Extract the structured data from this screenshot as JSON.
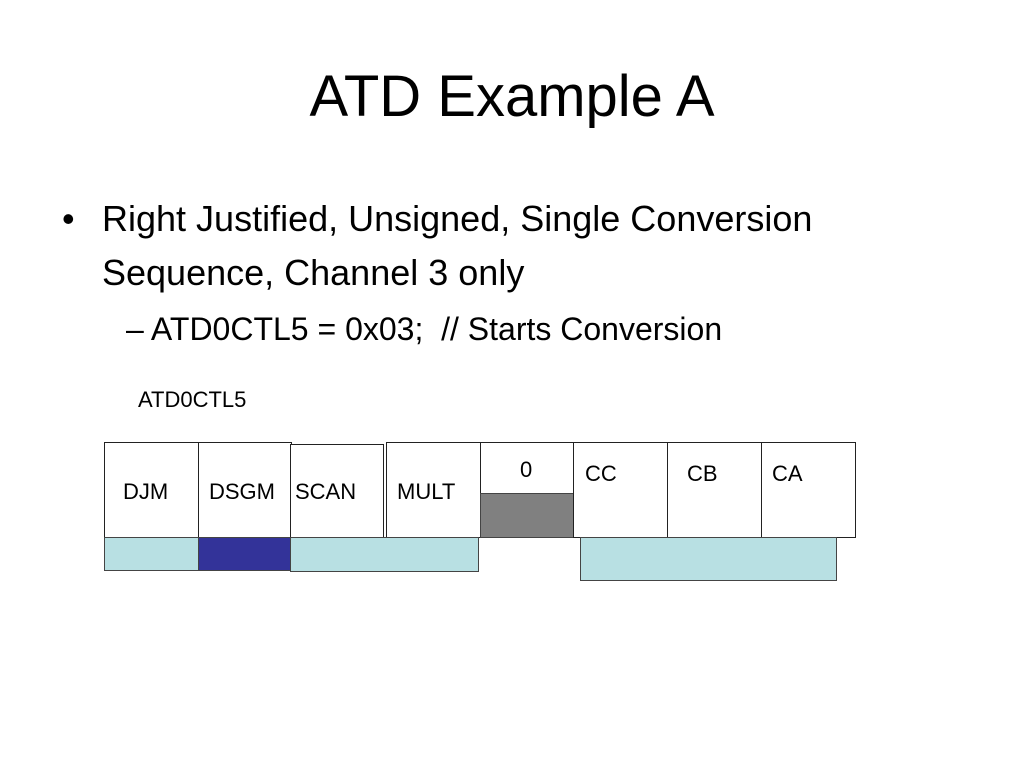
{
  "slide": {
    "title": "ATD Example A",
    "bullet_symbol": "•",
    "bullet_text": "Right Justified, Unsigned, Single Conversion Sequence, Channel 3 only",
    "sub_bullet": "– ATD0CTL5 = 0x03;  // Starts Conversion"
  },
  "register": {
    "name": "ATD0CTL5",
    "bits": [
      {
        "label": "DJM"
      },
      {
        "label": "DSGM"
      },
      {
        "label": "SCAN"
      },
      {
        "label": "MULT"
      },
      {
        "label": "0"
      },
      {
        "label": "CC"
      },
      {
        "label": "CB"
      },
      {
        "label": "CA"
      }
    ],
    "colors": {
      "light_fill": "#b8e0e3",
      "dark_fill": "#333399",
      "fixed_fill": "#808080",
      "border": "#222222"
    }
  }
}
